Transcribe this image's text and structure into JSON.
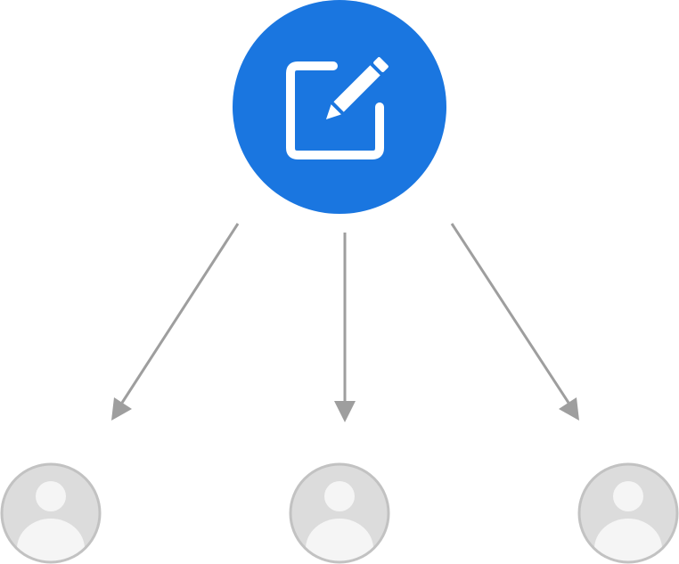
{
  "colors": {
    "hub_fill": "#1a76e0",
    "hub_icon": "#ffffff",
    "arrow": "#9e9e9e",
    "avatar_fill": "#dcdcdc",
    "avatar_stroke": "#c2c2c2",
    "avatar_figure": "#f5f5f5"
  },
  "hub": {
    "icon": "edit-icon"
  },
  "recipients": [
    {
      "icon": "user-avatar-icon"
    },
    {
      "icon": "user-avatar-icon"
    },
    {
      "icon": "user-avatar-icon"
    }
  ],
  "connectors": [
    {
      "from": "hub",
      "to": "recipient-1"
    },
    {
      "from": "hub",
      "to": "recipient-2"
    },
    {
      "from": "hub",
      "to": "recipient-3"
    }
  ]
}
